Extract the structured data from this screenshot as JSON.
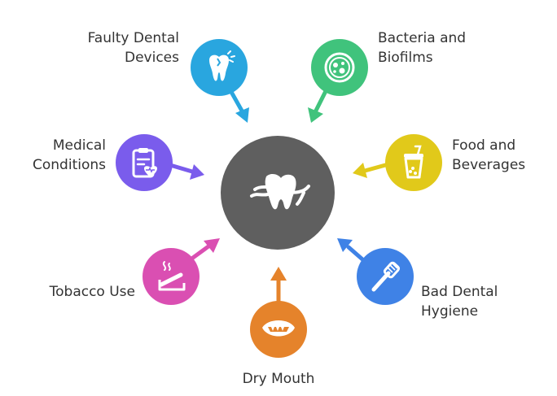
{
  "diagram": {
    "center": {
      "icon": "tooth-with-dry-mouth-icon",
      "color": "#5f5f5f"
    },
    "factors": [
      {
        "id": "faulty-dental-devices",
        "lines": [
          "Faulty Dental",
          "Devices"
        ],
        "color": "#29a6df",
        "icon": "broken-tooth-icon"
      },
      {
        "id": "bacteria-and-biofilms",
        "lines": [
          "Bacteria and",
          "Biofilms"
        ],
        "color": "#40c37c",
        "icon": "petri-dish-icon"
      },
      {
        "id": "food-and-beverages",
        "lines": [
          "Food and",
          "Beverages"
        ],
        "color": "#e1c91a",
        "icon": "drink-cup-icon"
      },
      {
        "id": "bad-dental-hygiene",
        "lines": [
          "Bad Dental",
          "Hygiene"
        ],
        "color": "#3f82e6",
        "icon": "toothbrush-icon"
      },
      {
        "id": "dry-mouth",
        "lines": [
          "Dry Mouth"
        ],
        "color": "#e5832b",
        "icon": "open-mouth-icon"
      },
      {
        "id": "tobacco-use",
        "lines": [
          "Tobacco Use"
        ],
        "color": "#da4fb2",
        "icon": "cigarette-icon"
      },
      {
        "id": "medical-conditions",
        "lines": [
          "Medical",
          "Conditions"
        ],
        "color": "#7a5cec",
        "icon": "clipboard-heart-icon"
      }
    ]
  }
}
